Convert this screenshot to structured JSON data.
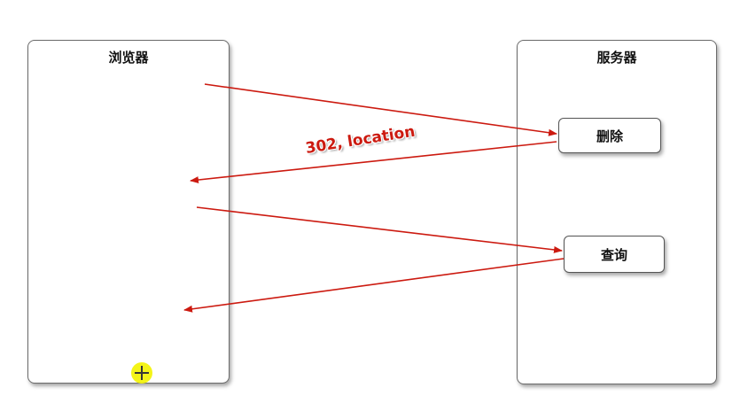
{
  "browser": {
    "title": "浏览器"
  },
  "server": {
    "title": "服务器",
    "nodes": {
      "delete": "删除",
      "query": "查询"
    }
  },
  "arrows": {
    "redirect_label": "302, location"
  },
  "colors": {
    "arrow": "#cc1a10",
    "cursor_highlight": "#f3f300"
  }
}
